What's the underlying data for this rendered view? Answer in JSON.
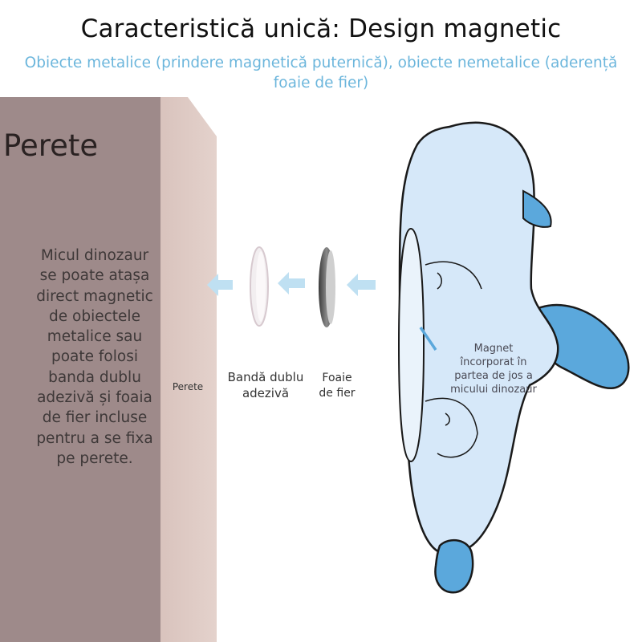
{
  "header": {
    "title": "Caracteristică unică: Design magnetic",
    "subtitle_lines": [
      "Obiecte metalice (prindere magnetică puternică), obiecte nemetalice (aderență",
      "foaie de fier)"
    ]
  },
  "wall": {
    "label": "Perete",
    "description_lines": [
      "Micul dinozaur",
      "se poate atașa",
      "direct magnetic",
      "de obiectele",
      "metalice sau",
      "poate folosi",
      "banda dublu",
      "adezivă și foaia",
      "de fier incluse",
      "pentru a se fixa",
      "pe perete."
    ]
  },
  "labels": {
    "wall_small": "Perete",
    "tape_lines": [
      "Bandă dublu",
      "adezivă"
    ],
    "iron_lines": [
      "Foaie",
      "de fier"
    ],
    "magnet_lines": [
      "Magnet",
      "încorporat în",
      "partea de jos a",
      "micului dinozaur"
    ]
  },
  "colors": {
    "title": "#111111",
    "subtitle": "#6cb6dc",
    "wall_back": "#9e8a8a",
    "wall_side": "#d8c2bc",
    "arrow": "#bfe0f2",
    "plush_body": "#d6e8f9",
    "plush_accent": "#5ba8dc",
    "outline": "#1a1a1a"
  }
}
